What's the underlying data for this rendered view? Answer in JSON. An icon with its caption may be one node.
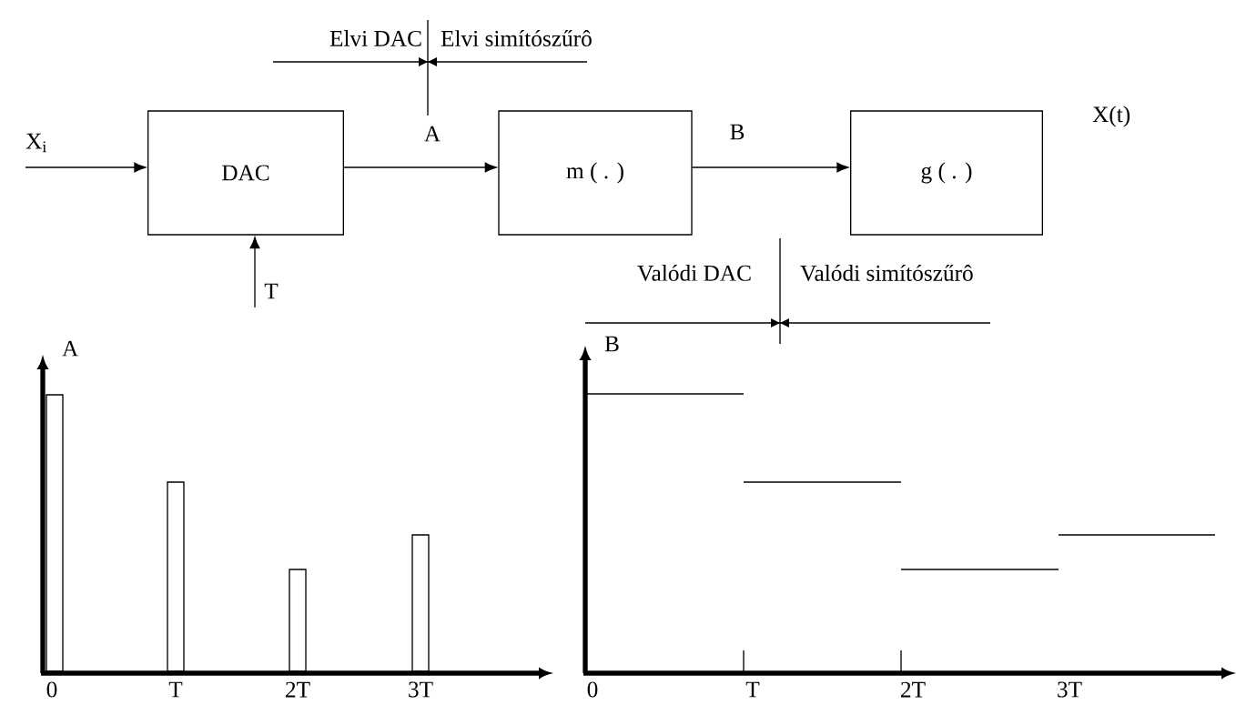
{
  "diagram": {
    "nodes": [
      {
        "text": [
          "DAC"
        ]
      },
      {
        "text": [
          "m ( . )"
        ]
      },
      {
        "text": [
          "g ( . )"
        ]
      }
    ],
    "edges": [
      {
        "from": null,
        "to": 0,
        "arrow": "to",
        "label": "X$_{i}$"
      },
      {
        "from": 0,
        "to": 1,
        "arrow": "to",
        "label": "A"
      },
      {
        "from": 1,
        "to": 2,
        "arrow": "to",
        "label": "B"
      },
      {
        "from": null,
        "to": 0,
        "arrow": "to",
        "label": "T"
      }
    ],
    "labels": [
      "Elvi DAC",
      "Elvi simítószűrô",
      "X(t)",
      "Valódi DAC",
      "Valódi simítószűrô",
      "A",
      "0",
      "T",
      "2T",
      "3T",
      "B",
      "0",
      "T",
      "2T",
      "3T"
    ]
  }
}
